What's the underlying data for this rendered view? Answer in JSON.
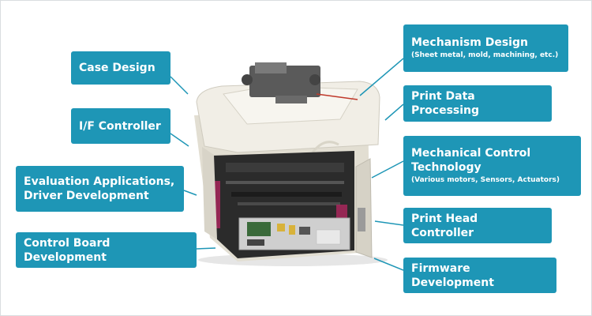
{
  "labels": {
    "case_design": "Case Design",
    "if_controller": "I/F Controller",
    "evaluation": "Evaluation Applications, Driver Development",
    "control_board": "Control Board Development",
    "mechanism_design": "Mechanism Design",
    "mechanism_design_sub": "(Sheet metal, mold, machining, etc.)",
    "print_data": "Print Data Processing",
    "mech_control": "Mechanical Control Technology",
    "mech_control_sub": "(Various motors, Sensors, Actuators)",
    "print_head": "Print Head Controller",
    "firmware": "Firmware Development"
  },
  "colors": {
    "label_bg": "#1e96b6",
    "label_text": "#ffffff",
    "connector": "#1e96b6",
    "printer_body": "#ece9df",
    "printer_dark": "#2a2a2a"
  }
}
